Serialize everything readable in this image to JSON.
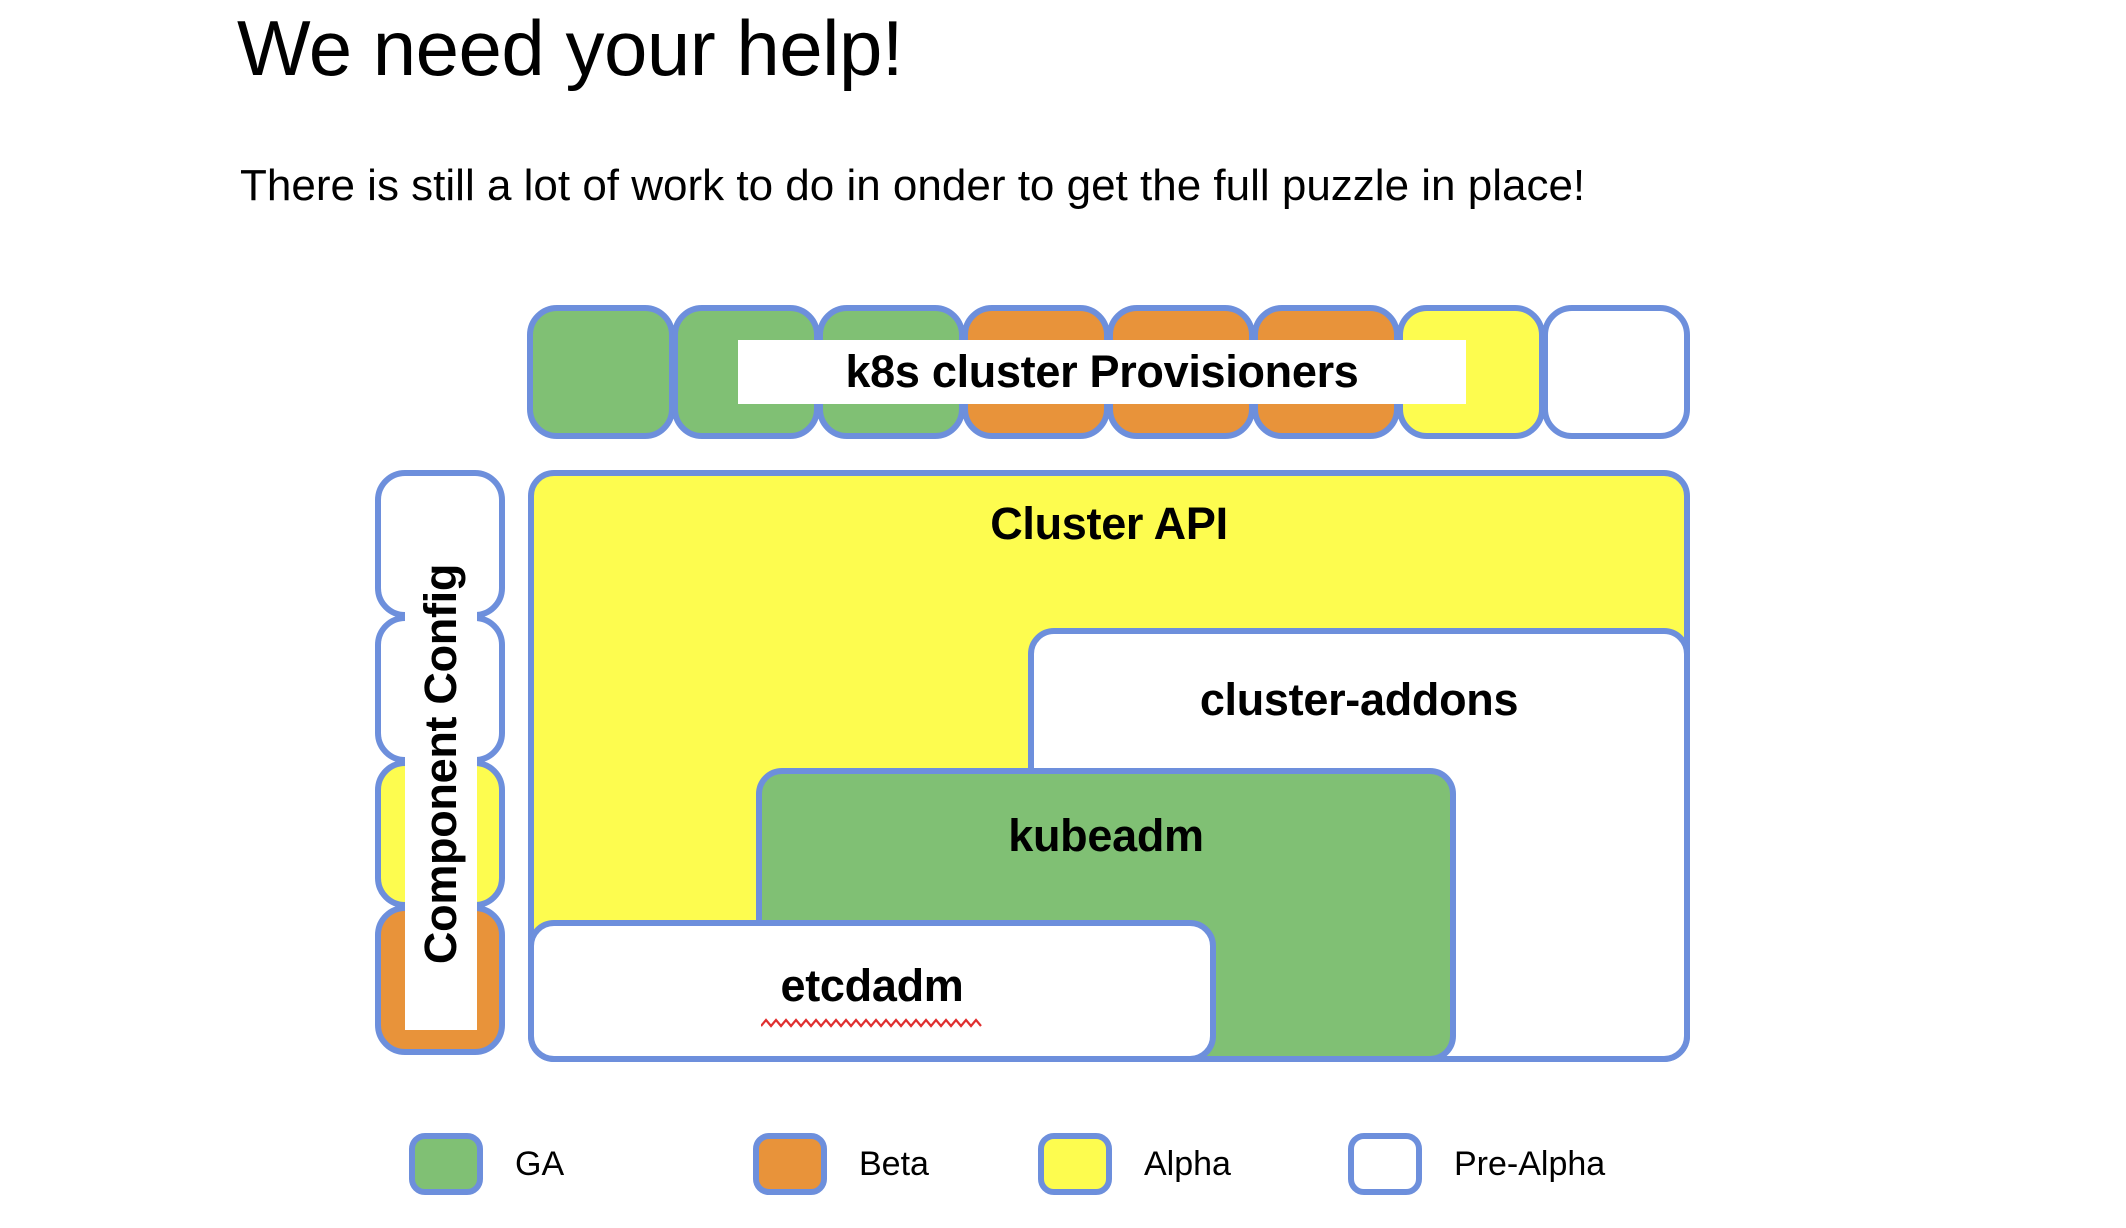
{
  "slide": {
    "title": "We need your help!",
    "subtitle": "There is still a lot of work to do in onder to get the full puzzle in place!"
  },
  "colors": {
    "ga": "#80c074",
    "beta": "#e8933a",
    "alpha": "#fdfc4f",
    "pre_alpha": "#ffffff",
    "border": "#6d8fdc",
    "spellcheck": "#e03030",
    "background": "#ffffff",
    "text": "#000000"
  },
  "provisioner_row": {
    "label": "k8s cluster Provisioners",
    "boxes": [
      {
        "maturity": "GA"
      },
      {
        "maturity": "GA"
      },
      {
        "maturity": "GA"
      },
      {
        "maturity": "Beta"
      },
      {
        "maturity": "Beta"
      },
      {
        "maturity": "Beta"
      },
      {
        "maturity": "Alpha"
      },
      {
        "maturity": "Pre-Alpha"
      }
    ]
  },
  "component_config": {
    "label": "Component Config",
    "boxes": [
      {
        "maturity": "Pre-Alpha"
      },
      {
        "maturity": "Pre-Alpha"
      },
      {
        "maturity": "Alpha"
      },
      {
        "maturity": "Beta"
      }
    ]
  },
  "nested_components": [
    {
      "name": "Cluster API",
      "maturity": "Alpha"
    },
    {
      "name": "cluster-addons",
      "maturity": "Pre-Alpha"
    },
    {
      "name": "kubeadm",
      "maturity": "GA"
    },
    {
      "name": "etcdadm",
      "maturity": "Pre-Alpha",
      "spellcheck_underline": true
    }
  ],
  "legend": {
    "items": [
      {
        "label": "GA",
        "maturity": "GA"
      },
      {
        "label": "Beta",
        "maturity": "Beta"
      },
      {
        "label": "Alpha",
        "maturity": "Alpha"
      },
      {
        "label": "Pre-Alpha",
        "maturity": "Pre-Alpha"
      }
    ]
  }
}
